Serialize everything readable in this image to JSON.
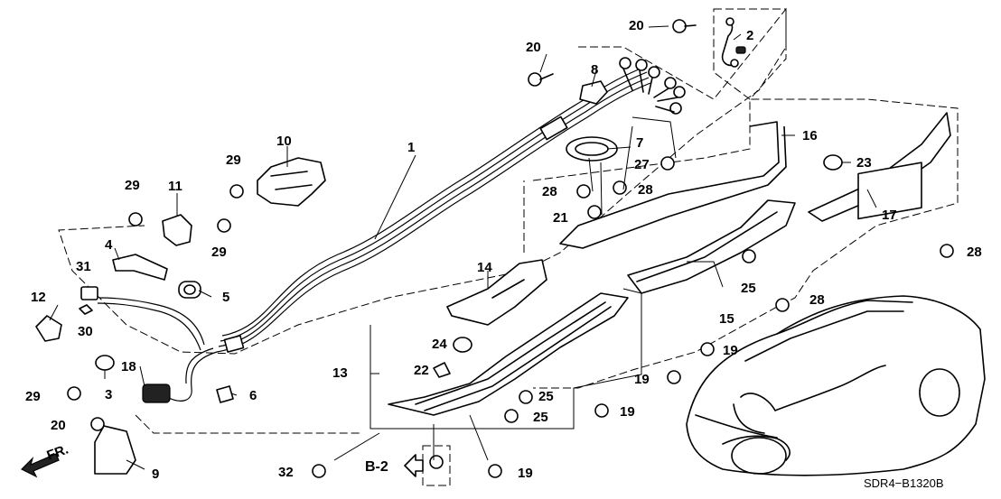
{
  "callouts": [
    "1",
    "2",
    "3",
    "4",
    "5",
    "6",
    "7",
    "8",
    "9",
    "10",
    "11",
    "12",
    "13",
    "14",
    "15",
    "16",
    "17",
    "18",
    "19",
    "20",
    "21",
    "22",
    "23",
    "24",
    "25",
    "27",
    "28",
    "29",
    "30",
    "31",
    "32"
  ],
  "direction_label": "FR.",
  "reference_label": "B-2",
  "diagram_code": "SDR4−B1320B"
}
